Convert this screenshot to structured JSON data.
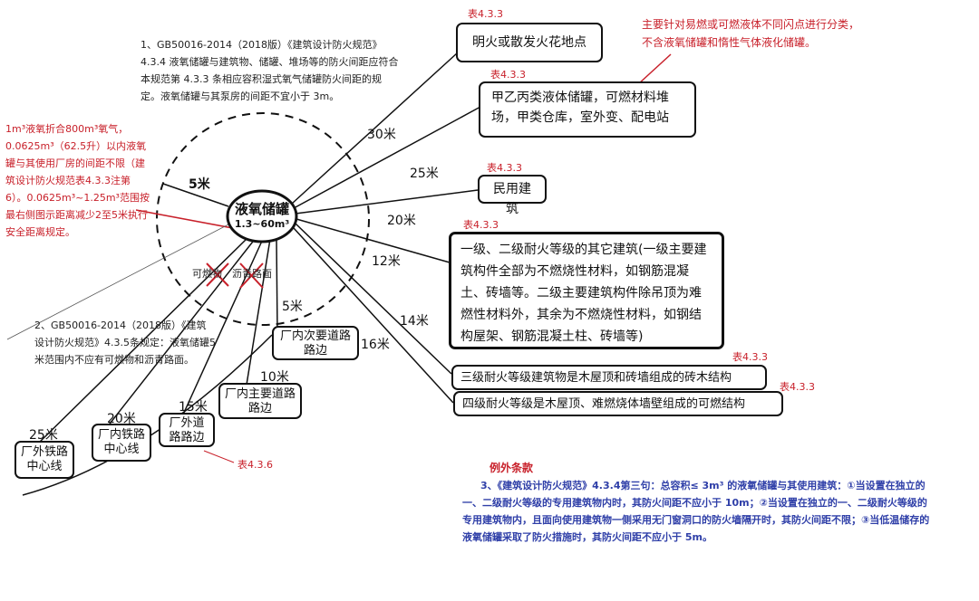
{
  "center": {
    "title": "液氧储罐",
    "capacity": "1.3~60m³"
  },
  "notes": {
    "top": "1、GB50016-2014（2018版）《建筑设计防火规范》4.3.4 液氧储罐与建筑物、储罐、堆场等的防火间距应符合本规范第 4.3.3 条相应容积湿式氧气储罐防火间距的规定。液氧储罐与其泵房的间距不宜小于 3m。",
    "left_red": "1m³液氧折合800m³氧气，0.0625m³（62.5升）以内液氧罐与其使用厂房的间距不限（建筑设计防火规范表4.3.3注第6）。0.0625m³~1.25m³范围按最右侧图示距离减少2至5米执行安全距离规定。",
    "second": "2、GB50016-2014（2018版）《建筑设计防火规范》4.3.5条规定：液氧储罐5米范围内不应有可燃物和沥青路面。",
    "right_red": "主要针对易燃或可燃液体不同闪点进行分类，不含液氧储罐和惰性气体液化储罐。",
    "exception_title": "例外条款",
    "exception_body": "3、《建筑设计防火规范》4.3.4第三句：总容积≤ 3m³ 的液氧储罐与其使用建筑：①当设置在独立的一、二级耐火等级的专用建筑物内时，其防火间距不应小于 10m；②当设置在独立的一、二级耐火等级的专用建筑物内，且面向使用建筑物一侧采用无门窗洞口的防火墙隔开时，其防火间距不限；③当低温储存的液氧储罐采取了防火措施时，其防火间距不应小于 5m。"
  },
  "radius_label": "5米",
  "forbidden": {
    "combustible": "可燃物",
    "asphalt": "沥青路面"
  },
  "table_tags": {
    "t433": "表4.3.3",
    "t436": "表4.3.6"
  },
  "boxes": {
    "fire": "明火或散发火花地点",
    "liquid_tank": "甲乙丙类液体储罐",
    "liquid_rest": "，可燃材料堆场，甲类仓库，室外变、配电站",
    "civil": "民用建筑",
    "grade12": "一级、二级耐火等级的其它建筑(一级主要建筑构件全部为不燃烧性材料，如钢筋混凝土、砖墙等。二级主要建筑构件除吊顶为难燃性材料外，其余为不燃烧性材料，如钢结构屋架、钢筋混凝土柱、砖墙等)",
    "grade3": "三级耐火等级建筑物是木屋顶和砖墙组成的砖木结构",
    "grade4": "四级耐火等级是木屋顶、难燃烧体墙壁组成的可燃结构",
    "secondary_road": "厂内次要道路路边",
    "main_road": "厂内主要道路路边",
    "outer_road": "厂外道路路边",
    "inner_rail": "厂内铁路中心线",
    "outer_rail": "厂外铁路中心线"
  },
  "distances": {
    "d30": "30米",
    "d25": "25米",
    "d20": "20米",
    "d12": "12米",
    "d14": "14米",
    "d16": "16米",
    "d5": "5米",
    "d10": "10米",
    "d15": "15米",
    "d20b": "20米",
    "d25b": "25米"
  }
}
